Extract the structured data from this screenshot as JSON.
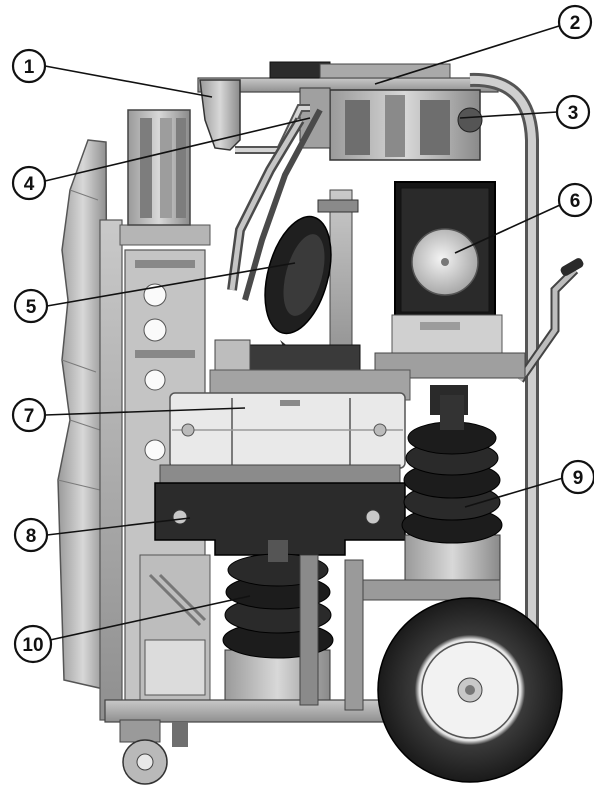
{
  "figure": {
    "subject": "machine-cart-photo",
    "callouts": [
      {
        "id": "1",
        "label": "1"
      },
      {
        "id": "2",
        "label": "2"
      },
      {
        "id": "3",
        "label": "3"
      },
      {
        "id": "4",
        "label": "4"
      },
      {
        "id": "5",
        "label": "5"
      },
      {
        "id": "6",
        "label": "6"
      },
      {
        "id": "7",
        "label": "7"
      },
      {
        "id": "8",
        "label": "8"
      },
      {
        "id": "9",
        "label": "9"
      },
      {
        "id": "10",
        "label": "10"
      }
    ]
  }
}
